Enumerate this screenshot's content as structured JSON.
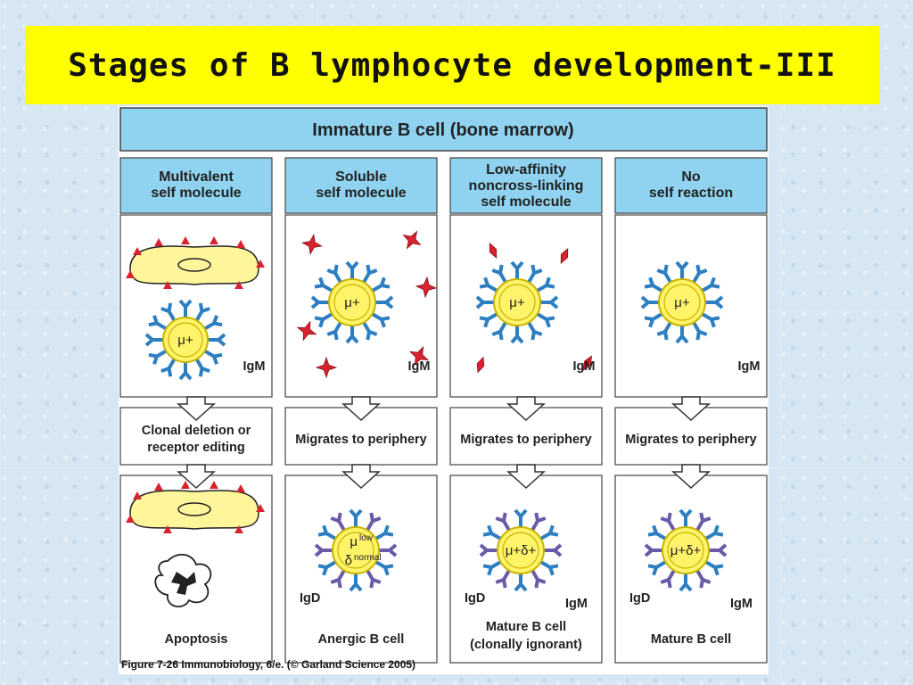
{
  "title": "Stages of B lymphocyte development-III",
  "figure": {
    "header": "Immature B cell (bone marrow)",
    "columns": [
      {
        "heading": [
          "Multivalent",
          "self molecule"
        ],
        "top_labels": {
          "cell": "μ+",
          "antibody": "IgM"
        },
        "migration": [
          "Clonal deletion or",
          "receptor editing"
        ],
        "outcome": [
          "Apoptosis"
        ]
      },
      {
        "heading": [
          "Soluble",
          "self molecule"
        ],
        "top_labels": {
          "cell": "μ+",
          "antibody": "IgM"
        },
        "migration": [
          "Migrates to periphery"
        ],
        "bottom_labels": {
          "mu": "μ",
          "mu_sup": "low",
          "delta": "δ",
          "delta_sup": "normal",
          "left": "IgD"
        },
        "outcome": [
          "Anergic B cell"
        ]
      },
      {
        "heading": [
          "Low-affinity",
          "noncross-linking",
          "self molecule"
        ],
        "top_labels": {
          "cell": "μ+",
          "antibody": "IgM"
        },
        "migration": [
          "Migrates to periphery"
        ],
        "bottom_labels": {
          "cell": "μ+δ+",
          "left": "IgD",
          "right": "IgM"
        },
        "outcome": [
          "Mature B cell",
          "(clonally ignorant)"
        ]
      },
      {
        "heading": [
          "No",
          "self reaction"
        ],
        "top_labels": {
          "cell": "μ+",
          "antibody": "IgM"
        },
        "migration": [
          "Migrates to periphery"
        ],
        "bottom_labels": {
          "cell": "μ+δ+",
          "left": "IgD",
          "right": "IgM"
        },
        "outcome": [
          "Mature B cell"
        ]
      }
    ],
    "caption": "Figure 7-26 Immunobiology, 6/e. (© Garland Science 2005)",
    "colors": {
      "header_blue": "#8fd3f0",
      "cell_yellow": "#fff36a",
      "cell_outline": "#c8b400",
      "antibody_blue": "#2d7fc1",
      "antibody_purple": "#6a5aa8",
      "self_molecule_red": "#d8222f",
      "apoptotic_cell": "#222222"
    }
  }
}
